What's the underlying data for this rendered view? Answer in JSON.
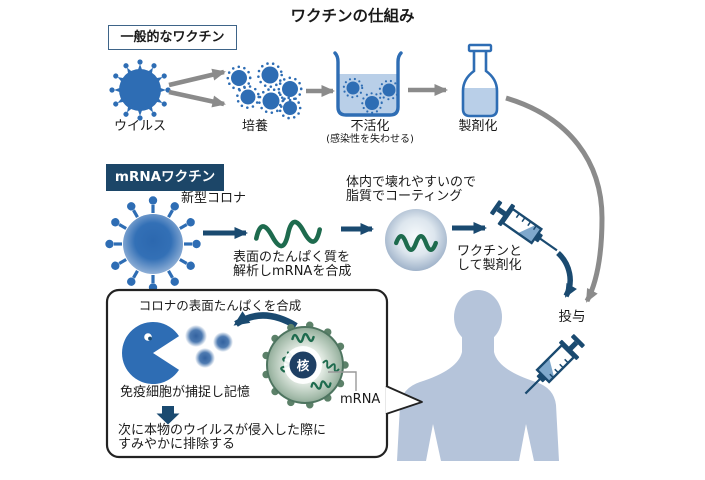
{
  "title": "ワクチンの仕組み",
  "conventional": {
    "heading": "一般的なワクチン",
    "virus": "ウイルス",
    "culture": "培養",
    "inactivation": "不活化",
    "inactivation_note": "(感染性を失わせる)",
    "formulation": "製剤化"
  },
  "mrna": {
    "heading": "mRNAワクチン",
    "virus_label": "新型コロナ",
    "synthesis_line1": "表面のたんぱく質を",
    "synthesis_line2": "解析しmRNAを合成",
    "coating_line1": "体内で壊れやすいので",
    "coating_line2": "脂質でコーティング",
    "formulation_line1": "ワクチンと",
    "formulation_line2": "して製剤化",
    "administration": "投与"
  },
  "inset": {
    "synthesize_caption": "コロナの表面たんぱくを合成",
    "capture_caption": "免疫細胞が捕捉し記憶",
    "nucleus_label": "核",
    "mrna_label": "mRNA",
    "eliminate_line1": "次に本物のウイルスが侵入した際に",
    "eliminate_line2": "すみやかに排除する"
  },
  "icons": {
    "virus-icon": "blue spiked sphere",
    "culture-cluster-icon": "cluster of small spiked viruses",
    "beaker-icon": "open container with liquid and viruses",
    "vial-icon": "medicine bottle",
    "coronavirus-icon": "blue sphere with club-shaped spikes",
    "mrna-strand-icon": "green wavy strand",
    "lipid-capsule-icon": "pale sphere containing mRNA strand",
    "syringe-icon": "syringe",
    "human-body-icon": "upper-body silhouette",
    "immune-cell-icon": "pac-man shaped cell",
    "antigen-particles-icon": "fuzzy blue dots",
    "cell-nucleus-icon": "green cell with navy nucleus",
    "down-arrow-icon": "solid navy block arrow"
  },
  "colors": {
    "primary_blue": "#2e6db4",
    "light_blue": "#b9cfe8",
    "navy": "#1a4a70",
    "badge_navy": "#1c4668",
    "arrow_gray": "#8b8b8b",
    "mrna_green": "#1e6b4e",
    "cell_green": "#6f927e",
    "nucleus_navy": "#1e3f63",
    "body_silhouette": "#b5c4da"
  }
}
